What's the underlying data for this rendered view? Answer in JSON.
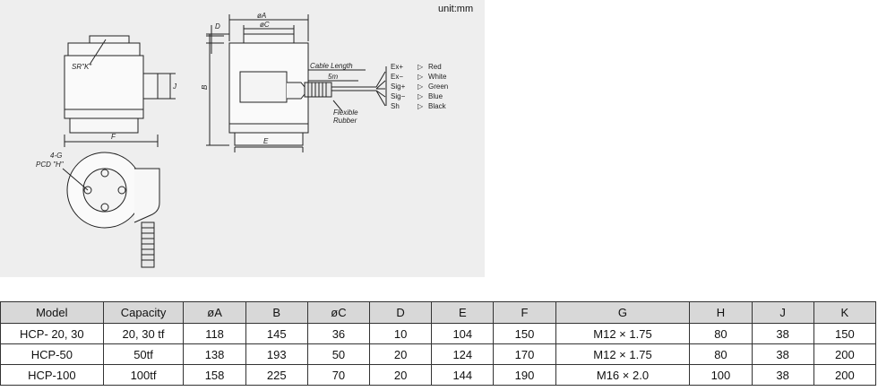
{
  "drawing": {
    "unit": "unit:mm",
    "dims": {
      "sr_k": "SR\"K\"",
      "f": "F",
      "j": "J",
      "d": "D",
      "phi_a": "øA",
      "phi_c": "øC",
      "b": "B",
      "e": "E",
      "g": "4-G",
      "pcd": "PCD \"H\""
    },
    "cable_length_label": "Cable Length",
    "cable_length_value": "5m",
    "flexible_rubber_line1": "Flexible",
    "flexible_rubber_line2": "Rubber",
    "wires": [
      {
        "signal": "Ex+",
        "color": "Red"
      },
      {
        "signal": "Ex−",
        "color": "White"
      },
      {
        "signal": "Sig+",
        "color": "Green"
      },
      {
        "signal": "Sig−",
        "color": "Blue"
      },
      {
        "signal": "Sh",
        "color": "Black"
      }
    ],
    "arrow_glyph": "▷"
  },
  "table": {
    "headers": [
      "Model",
      "Capacity",
      "øA",
      "B",
      "øC",
      "D",
      "E",
      "F",
      "G",
      "H",
      "J",
      "K"
    ],
    "rows": [
      [
        "HCP- 20, 30",
        "20, 30 tf",
        "118",
        "145",
        "36",
        "10",
        "104",
        "150",
        "M12 × 1.75",
        "80",
        "38",
        "150"
      ],
      [
        "HCP-50",
        "50tf",
        "138",
        "193",
        "50",
        "20",
        "124",
        "170",
        "M12 × 1.75",
        "80",
        "38",
        "200"
      ],
      [
        "HCP-100",
        "100tf",
        "158",
        "225",
        "70",
        "20",
        "144",
        "190",
        "M16 × 2.0",
        "100",
        "38",
        "200"
      ]
    ]
  }
}
